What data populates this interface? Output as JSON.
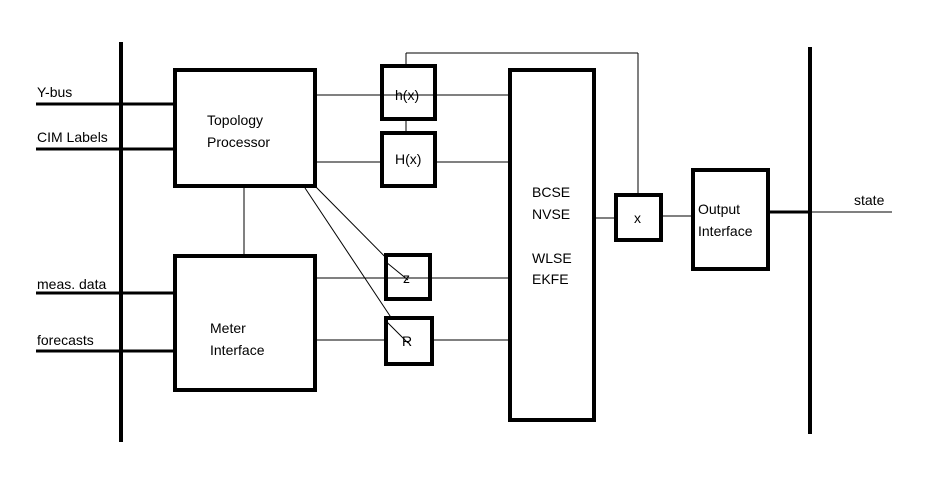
{
  "inputs": {
    "ybus": "Y-bus",
    "cim_labels": "CIM Labels",
    "meas_data": "meas. data",
    "forecasts": "forecasts"
  },
  "blocks": {
    "topology_processor": [
      "Topology",
      "Processor"
    ],
    "meter_interface": [
      "Meter",
      "Interface"
    ],
    "h_small": "h(x)",
    "h_big": "H(x)",
    "z": "z",
    "r": "R",
    "estimators": [
      "BCSE",
      "NVSE",
      "WLSE",
      "EKFE"
    ],
    "x": "x",
    "output_interface": [
      "Output",
      "Interface"
    ]
  },
  "outputs": {
    "state": "state"
  }
}
